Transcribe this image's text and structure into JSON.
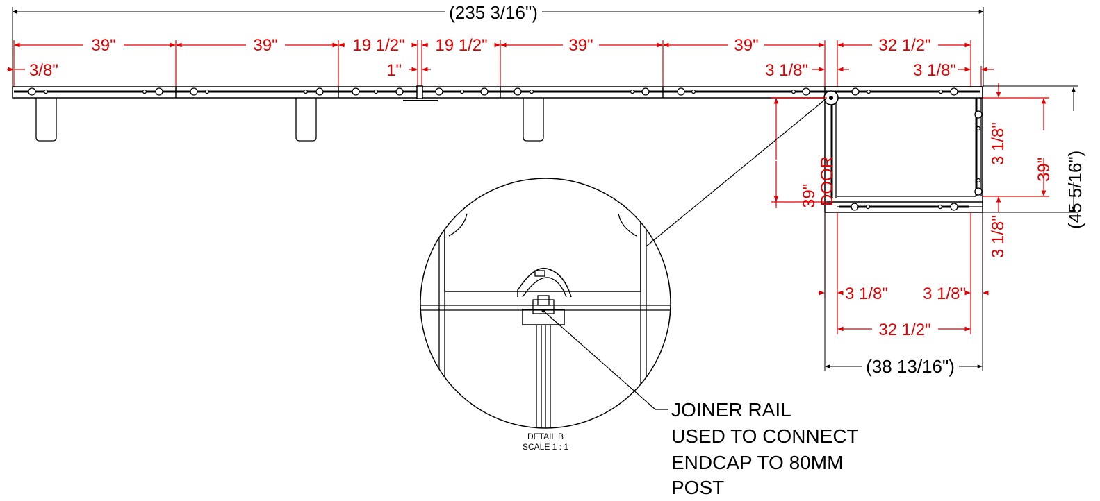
{
  "colors": {
    "dimension": "#e00000",
    "line": "#000000",
    "background": "#ffffff"
  },
  "dims": {
    "overall_length": "(235 3/16\")",
    "seg_39_a": "39\"",
    "seg_39_b": "39\"",
    "seg_19_a": "19 1/2\"",
    "seg_19_b": "19 1/2\"",
    "seg_39_c": "39\"",
    "seg_39_d": "39\"",
    "seg_32_top": "32 1/2\"",
    "offset_3_8": "3/8\"",
    "gap_1": "1\"",
    "offset_3_1_8_left_top": "3 1/8\"",
    "offset_3_1_8_right_top": "3 1/8\"",
    "door_39": "39\"",
    "door_label": "DOOR",
    "right_3_1_8_top": "3 1/8\"",
    "right_39": "39\"",
    "right_3_1_8_bottom": "3 1/8\"",
    "overall_height": "(45 5/16\")",
    "bottom_3_1_8_left": "3 1/8\"",
    "bottom_3_1_8_right": "3 1/8\"",
    "seg_32_bottom": "32 1/2\"",
    "overall_width": "(38 13/16\")"
  },
  "detail": {
    "title": "DETAIL B",
    "scale": "SCALE 1 : 1",
    "callout_line1": "JOINER RAIL",
    "callout_line2": "USED TO CONNECT",
    "callout_line3": "ENDCAP TO 80MM",
    "callout_line4": "POST"
  }
}
